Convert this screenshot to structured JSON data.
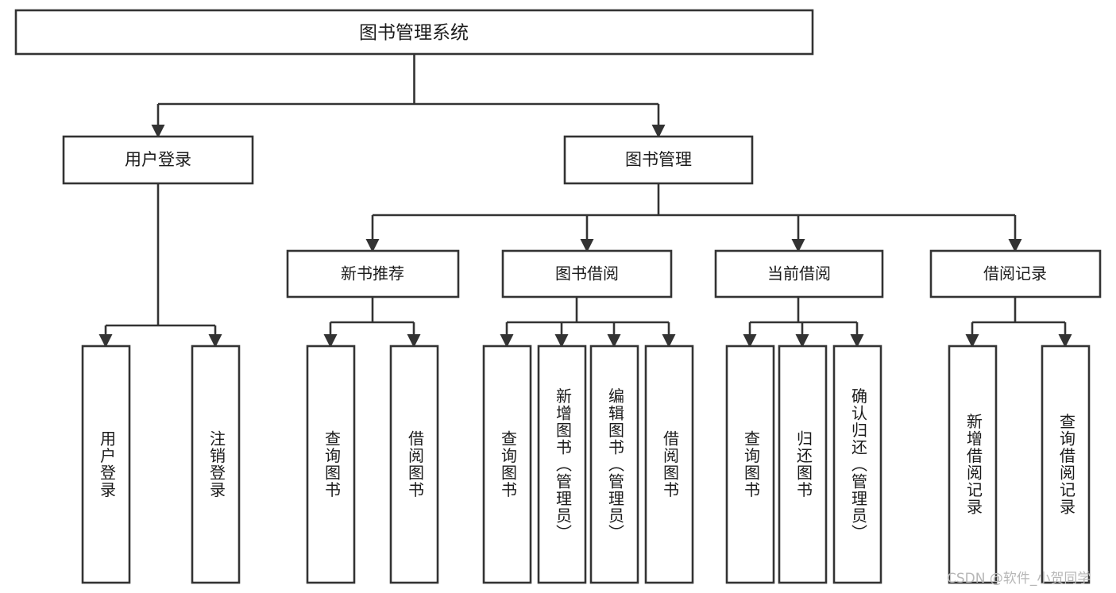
{
  "diagram": {
    "type": "tree-hierarchy",
    "orientation": "top-down",
    "root": {
      "id": "root",
      "label": "图书管理系统"
    },
    "level1": [
      {
        "id": "user-login",
        "label": "用户登录"
      },
      {
        "id": "book-manage",
        "label": "图书管理"
      }
    ],
    "level2": [
      {
        "id": "new-book-rec",
        "label": "新书推荐",
        "parent": "book-manage"
      },
      {
        "id": "book-borrow",
        "label": "图书借阅",
        "parent": "book-manage"
      },
      {
        "id": "current-borrow",
        "label": "当前借阅",
        "parent": "book-manage"
      },
      {
        "id": "borrow-record",
        "label": "借阅记录",
        "parent": "book-manage"
      }
    ],
    "leaves": [
      {
        "id": "leaf-user-login",
        "label": "用户登录",
        "parent": "user-login"
      },
      {
        "id": "leaf-logout",
        "label": "注销登录",
        "parent": "user-login"
      },
      {
        "id": "leaf-query-book-1",
        "label": "查询图书",
        "parent": "new-book-rec"
      },
      {
        "id": "leaf-borrow-book-1",
        "label": "借阅图书",
        "parent": "new-book-rec"
      },
      {
        "id": "leaf-query-book-2",
        "label": "查询图书",
        "parent": "book-borrow"
      },
      {
        "id": "leaf-add-book",
        "label": "新增图书（管理员）",
        "parent": "book-borrow"
      },
      {
        "id": "leaf-edit-book",
        "label": "编辑图书（管理员）",
        "parent": "book-borrow"
      },
      {
        "id": "leaf-borrow-book-2",
        "label": "借阅图书",
        "parent": "book-borrow"
      },
      {
        "id": "leaf-query-book-3",
        "label": "查询图书",
        "parent": "current-borrow"
      },
      {
        "id": "leaf-return-book",
        "label": "归还图书",
        "parent": "current-borrow"
      },
      {
        "id": "leaf-confirm-ret",
        "label": "确认归还（管理员）",
        "parent": "current-borrow"
      },
      {
        "id": "leaf-add-record",
        "label": "新增借阅记录",
        "parent": "borrow-record"
      },
      {
        "id": "leaf-query-record",
        "label": "查询借阅记录",
        "parent": "borrow-record"
      }
    ]
  },
  "watermark": {
    "text": "CSDN @软件_小贺同学"
  },
  "colors": {
    "stroke": "#333333",
    "box_fill": "#ffffff",
    "text": "#1b1b1b",
    "watermark": "#b7b7b7",
    "background": "#ffffff"
  }
}
